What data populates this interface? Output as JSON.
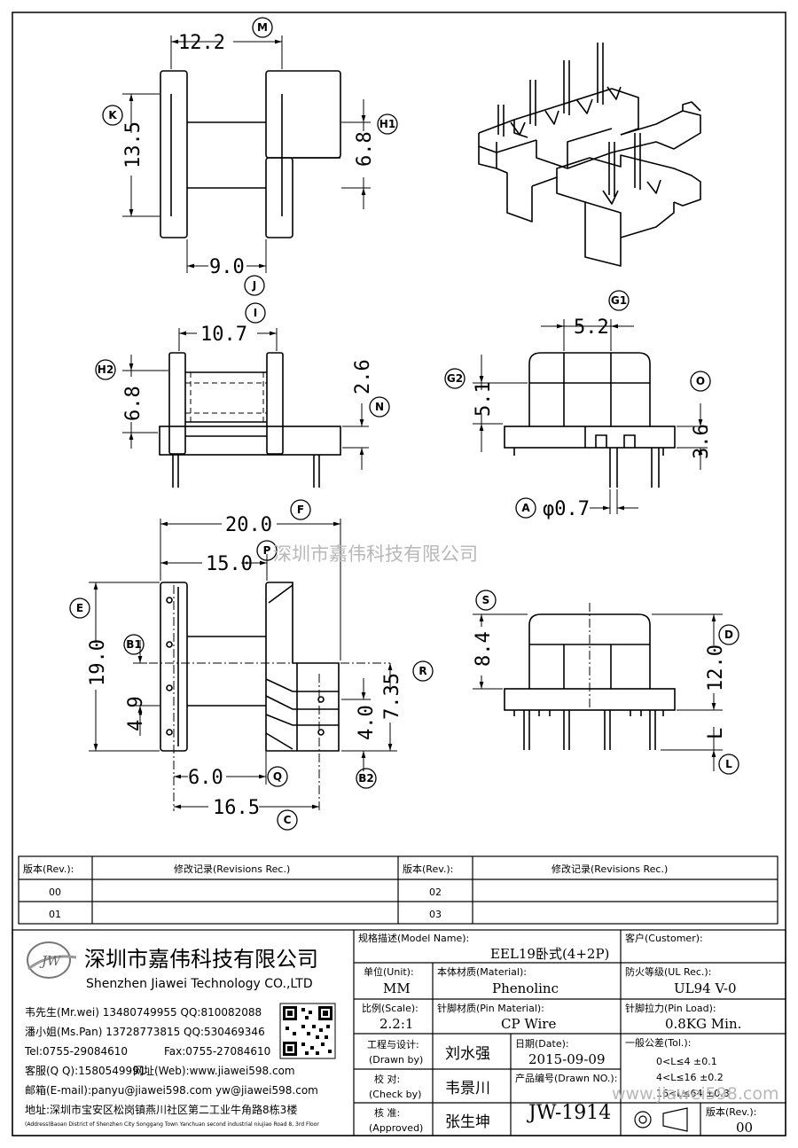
{
  "dimensions": {
    "top_width": "12.2",
    "top_height": "13.5",
    "top_h1": "6.8",
    "top_bottom": "9.0",
    "side_width": "10.7",
    "side_h2": "6.8",
    "side_n": "2.6",
    "front_g1": "5.2",
    "front_g2": "5.1",
    "front_o": "3.6",
    "pin_dia": "φ0.7",
    "bottom_f": "20.0",
    "bottom_p": "15.0",
    "bottom_e": "19.0",
    "bottom_b1": "4.9",
    "bottom_r": "7.35",
    "bottom_b2": "4.0",
    "bottom_q": "6.0",
    "bottom_c": "16.5",
    "right_s": "8.4",
    "right_d": "12.0",
    "right_l": "L"
  },
  "labels": {
    "M": "M",
    "K": "K",
    "H1": "H1",
    "J": "J",
    "I": "I",
    "H2": "H2",
    "N": "N",
    "G1": "G1",
    "G2": "G2",
    "O": "O",
    "A": "A",
    "F": "F",
    "P": "P",
    "E": "E",
    "B1": "B1",
    "R": "R",
    "B2": "B2",
    "Q": "Q",
    "C": "C",
    "S": "S",
    "D": "D",
    "L": "L"
  },
  "watermark": "深圳市嘉伟科技有限公司",
  "watermark_url": "www.jiawei598.com",
  "revisions": {
    "rev_header": "版本(Rev.):",
    "rec_header": "修改记录(Revisions Rec.)",
    "rev_00": "00",
    "rev_01": "01",
    "rev_02": "02",
    "rev_03": "03"
  },
  "company": {
    "logo_text": "JW",
    "name_cn": "深圳市嘉伟科技有限公司",
    "name_en": "Shenzhen Jiawei Technology CO.,LTD",
    "contact1": "韦先生(Mr.wei) 13480749955 QQ:810082088",
    "contact2": "潘小姐(Ms.Pan) 13728773815 QQ:530469346",
    "tel": "Tel:0755-29084610",
    "fax": "Fax:0755-27084610",
    "qq": "客服(Q Q):1580549991",
    "web": "网址(Web):www.jiawei598.com",
    "email": "邮箱(E-mail):panyu@jiawei598.com  yw@jiawei598.com",
    "address": "地址:深圳市宝安区松岗镇燕川社区第二工业牛角路8栋3楼",
    "address_en": "(Address)Baoan District of Shenzhen City Songgang Town Yanchuan  second industrial niujiao Road 8, 3rd Floor"
  },
  "titleblock": {
    "model_label": "规格描述(Model Name):",
    "model_value": "EEL19卧式(4+2P)",
    "customer_label": "客户(Customer):",
    "customer_value": "",
    "unit_label": "单位(Unit):",
    "unit_value": "MM",
    "material_label": "本体材质(Material):",
    "material_value": "Phenolinc",
    "ul_label": "防火等级(UL Rec.):",
    "ul_value": "UL94 V-0",
    "scale_label": "比例(Scale):",
    "scale_value": "2.2:1",
    "pin_mat_label": "针脚材质(Pin Material):",
    "pin_mat_value": "CP Wire",
    "pin_load_label": "针脚拉力(Pin Load):",
    "pin_load_value": "0.8KG Min.",
    "drawn_label": "工程与设计:",
    "drawn_label_en": "(Drawn by)",
    "drawn_value": "刘水强",
    "date_label": "日期(Date):",
    "date_value": "2015-09-09",
    "tol_label": "一般公差(Tol.):",
    "tol1": "0<L≤4     ±0.1",
    "tol2": "4<L≤16   ±0.2",
    "tol3": "16<L≤64 ±0.3",
    "check_label": "校  对:",
    "check_label_en": "(Check by)",
    "check_value": "韦景川",
    "drawn_no_label": "产品编号(Drawn NO.):",
    "drawn_no_value": "JW-1914",
    "approved_label": "核  准:",
    "approved_label_en": "(Approved)",
    "approved_value": "张生坤",
    "rev_label": "版本(Rev.):",
    "rev_value": "00"
  }
}
